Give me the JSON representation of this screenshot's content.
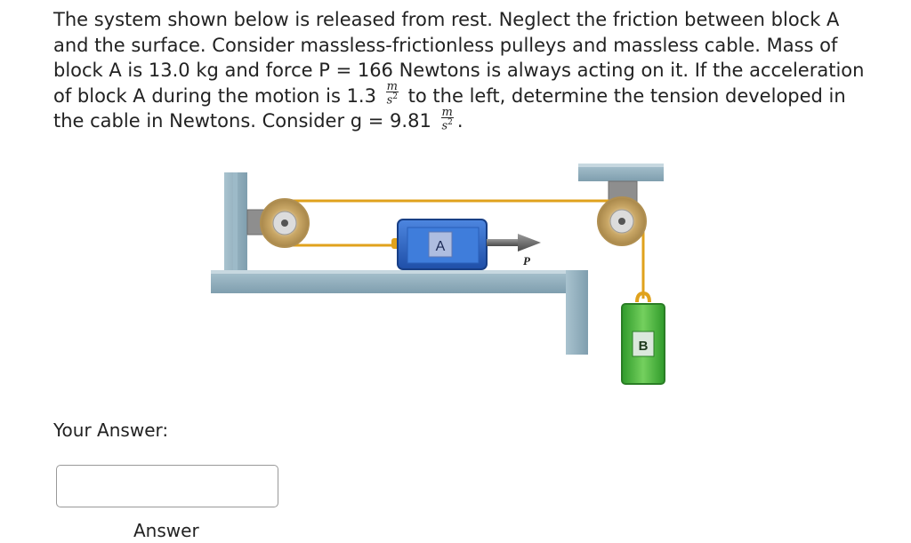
{
  "question": {
    "line1": "The system shown below is released from rest.  Neglect the friction between block A and the surface.  Consider massless-frictionless pulleys and massless cable.  Mass of block A is 13.0 kg and force P = 166 Newtons is always acting on it.  If the acceleration of block A during the motion is 1.3",
    "line2": "to the left, determine the tension developed in the cable in Newtons.  Consider g = 9.81",
    "end": ".",
    "unit_num": "m",
    "unit_den": "s",
    "unit_exp": "2"
  },
  "diagram": {
    "block_a_label": "A",
    "block_b_label": "B",
    "force_label": "P",
    "colors": {
      "frame": "#8aa9b8",
      "pulley": "#c9a766",
      "cable": "#e0a21c",
      "block_a": "#2f66c9",
      "block_b": "#3fae3a"
    }
  },
  "answer": {
    "label": "Your Answer:",
    "placeholder": "",
    "value": "",
    "caption": "Answer"
  }
}
